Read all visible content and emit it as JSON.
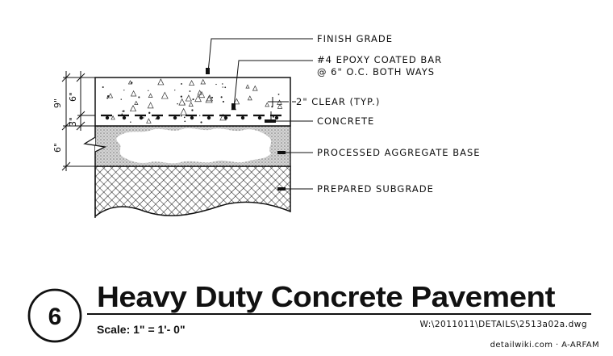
{
  "detail": {
    "number": "6",
    "title": "Heavy Duty Concrete Pavement",
    "scale": "Scale: 1\" = 1'- 0\"",
    "file_path": "W:\\2011011\\DETAILS\\2513a02a.dwg",
    "credit": "detailwiki.com · A-ARFAM"
  },
  "callouts": {
    "finish_grade": "FINISH GRADE",
    "rebar_line1": "#4 EPOXY COATED BAR",
    "rebar_line2": "@ 6\" O.C. BOTH WAYS",
    "clear": "2\" CLEAR (TYP.)",
    "concrete": "CONCRETE",
    "aggregate": "PROCESSED AGGREGATE BASE",
    "subgrade": "PREPARED SUBGRADE"
  },
  "dimensions": {
    "total_concrete": "9\"",
    "top_cover": "6\"",
    "bottom_cover": "3\"",
    "base": "6\""
  },
  "colors": {
    "ink": "#111111",
    "aggregate_fill": "#cfcfcf"
  }
}
